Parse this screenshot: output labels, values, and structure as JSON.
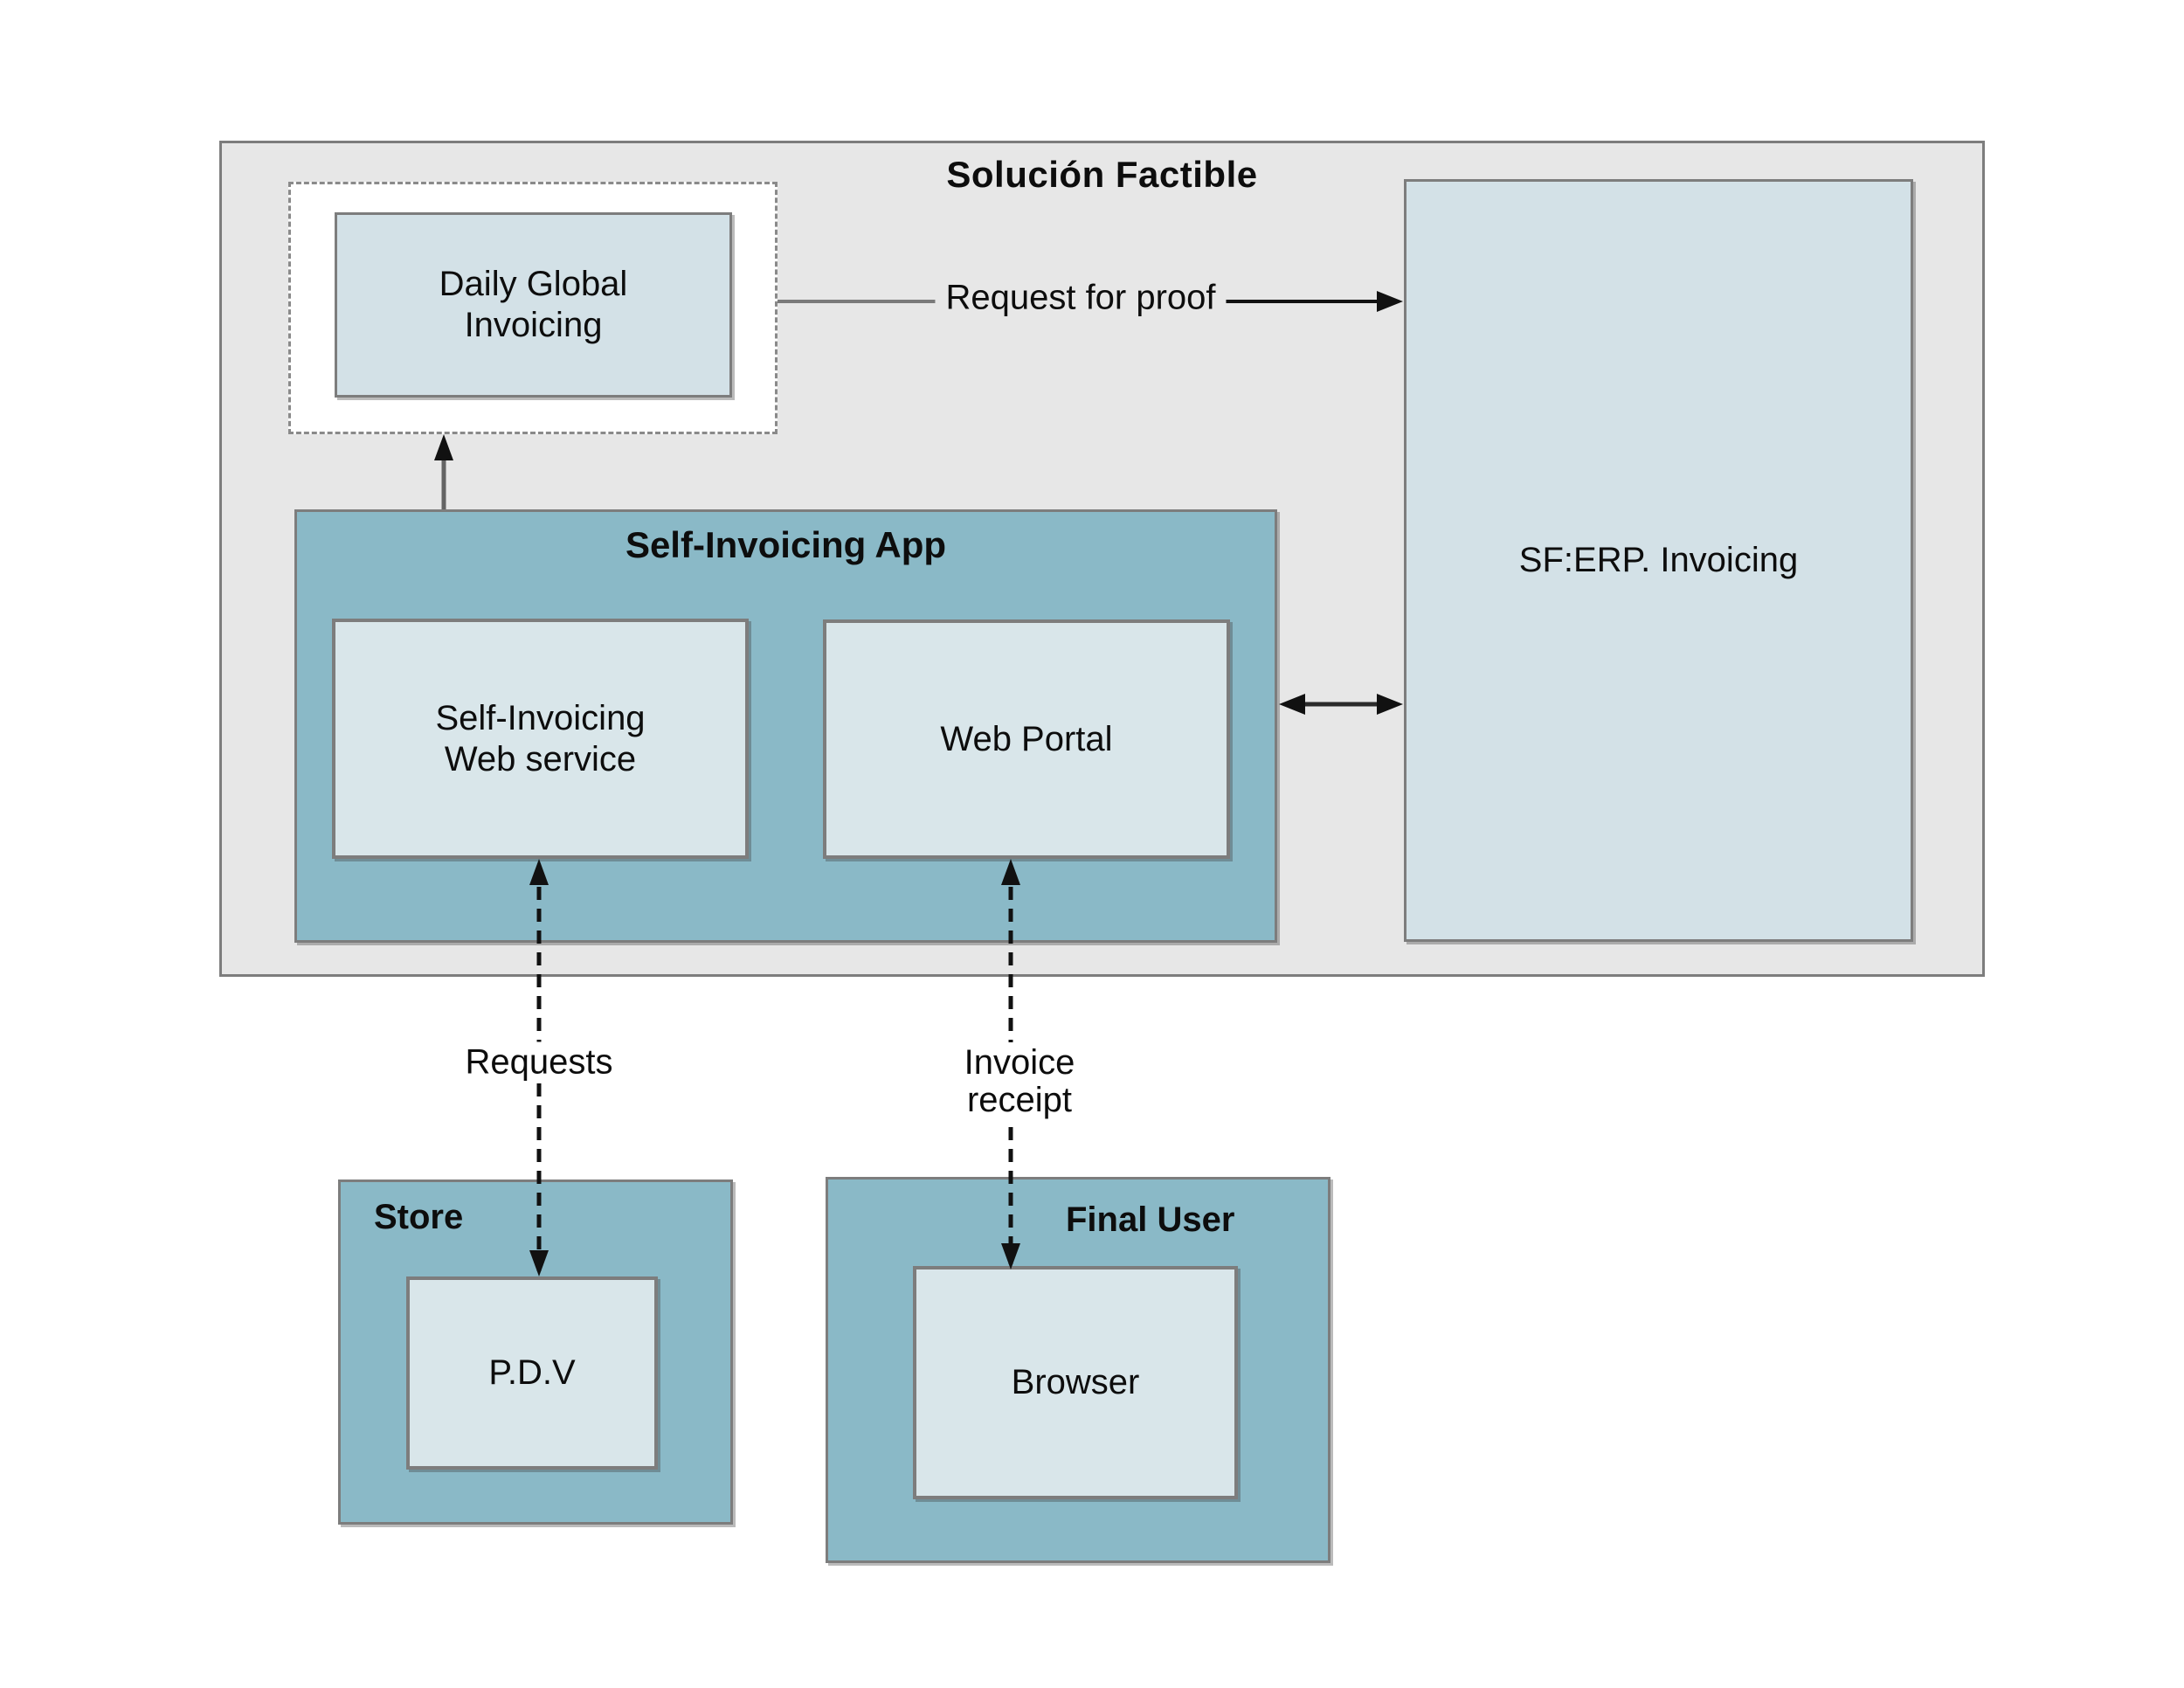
{
  "groups": {
    "solucion_factible": {
      "title": "Solución Factible"
    },
    "app": {
      "title": "Self-Invoicing App"
    },
    "store": {
      "title": "Store"
    },
    "final_user": {
      "title": "Final User"
    }
  },
  "nodes": {
    "dgi": {
      "line1": "Daily Global",
      "line2": "Invoicing"
    },
    "sferp": {
      "label": "SF:ERP. Invoicing"
    },
    "siws": {
      "line1": "Self-Invoicing",
      "line2": "Web service"
    },
    "webportal": {
      "label": "Web Portal"
    },
    "pdv": {
      "label": "P.D.V"
    },
    "browser": {
      "label": "Browser"
    }
  },
  "arrows": {
    "request_for_proof": {
      "label": "Request for proof"
    },
    "requests": {
      "label": "Requests"
    },
    "invoice_receipt": {
      "line1": "Invoice",
      "line2": "receipt"
    }
  },
  "colors": {
    "page-bg": "#ffffff",
    "outer-fill": "#e7e7e7",
    "node-light": "#d3e1e7",
    "node-lighter": "#d9e6ea",
    "teal": "#8ab9c7",
    "border-gray": "#7d7d7d",
    "dash-gray": "#8a8a8a",
    "line-gray": "#7a7a7a",
    "ink": "#0d0d0d"
  }
}
